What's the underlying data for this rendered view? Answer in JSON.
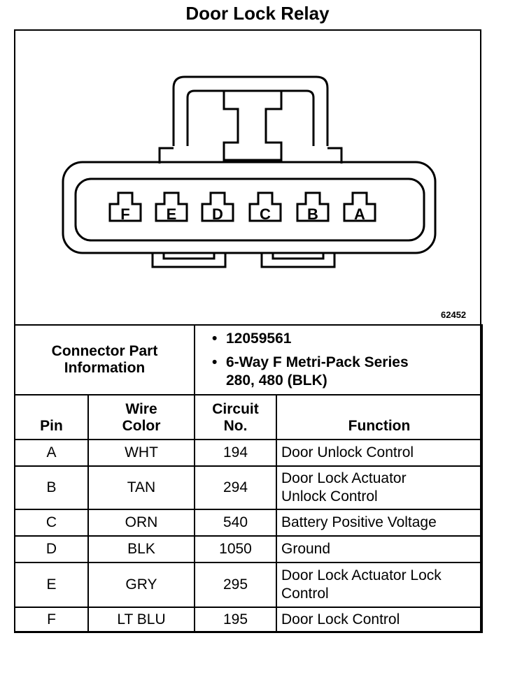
{
  "title": "Door Lock Relay",
  "figure_ref": "62452",
  "pins_drawn": [
    "F",
    "E",
    "D",
    "C",
    "B",
    "A"
  ],
  "connector_info": {
    "label_line1": "Connector Part",
    "label_line2": "Information",
    "part_number": "12059561",
    "description_line1": "6-Way F Metri-Pack Series",
    "description_line2": "280, 480 (BLK)"
  },
  "table": {
    "headers": {
      "pin": "Pin",
      "wire_color_1": "Wire",
      "wire_color_2": "Color",
      "circuit_1": "Circuit",
      "circuit_2": "No.",
      "function": "Function"
    },
    "rows": [
      {
        "pin": "A",
        "color": "WHT",
        "circuit": "194",
        "function_1": "Door Unlock Control",
        "function_2": ""
      },
      {
        "pin": "B",
        "color": "TAN",
        "circuit": "294",
        "function_1": "Door Lock Actuator",
        "function_2": "Unlock Control"
      },
      {
        "pin": "C",
        "color": "ORN",
        "circuit": "540",
        "function_1": "Battery Positive Voltage",
        "function_2": ""
      },
      {
        "pin": "D",
        "color": "BLK",
        "circuit": "1050",
        "function_1": "Ground",
        "function_2": ""
      },
      {
        "pin": "E",
        "color": "GRY",
        "circuit": "295",
        "function_1": "Door Lock Actuator Lock",
        "function_2": "Control"
      },
      {
        "pin": "F",
        "color": "LT BLU",
        "circuit": "195",
        "function_1": "Door Lock Control",
        "function_2": ""
      }
    ]
  }
}
